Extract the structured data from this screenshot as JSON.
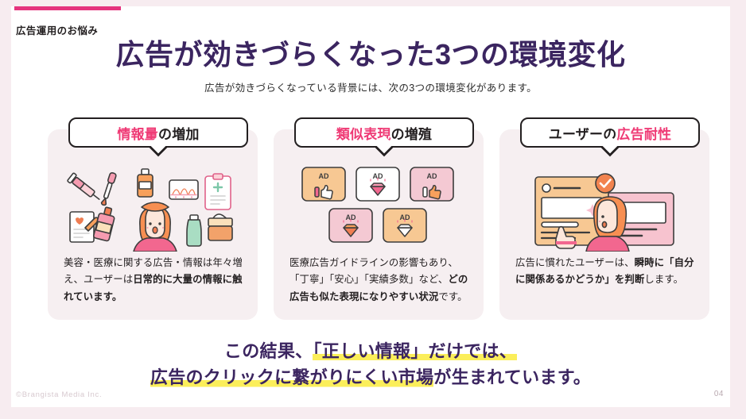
{
  "slide": {
    "eyebrow": "広告運用のお悩み",
    "title": "広告が効きづらくなった3つの環境変化",
    "subtitle": "広告が効きづらくなっている背景には、次の3つの環境変化があります。",
    "page_number": "04",
    "copyright": "©Brangista Media Inc.",
    "accent_color": "#e5337e",
    "title_color": "#3b2560",
    "highlight_color": "#fbee5a",
    "card_bg_color": "#f6eff1"
  },
  "cards": [
    {
      "heading_pink": "情報量",
      "heading_dark": "の増加",
      "heading_pink_first": true,
      "illustration": "woman-surrounded-by-cosmetics-and-medical-items",
      "body_plain_1": "美容・医療に関する広告・情報は年々増え、ユーザーは",
      "body_bold": "日常的に大量の情報に触れています。",
      "body_plain_2": ""
    },
    {
      "heading_pink": "類似表現",
      "heading_dark": "の増殖",
      "heading_pink_first": true,
      "illustration": "five-ad-cards-with-thumbs-up-and-gem-icons",
      "body_plain_1": "医療広告ガイドラインの影響もあり、「丁寧」「安心」「実績多数」など、",
      "body_bold": "どの広告も似た表現になりやすい状況",
      "body_plain_2": "です。"
    },
    {
      "heading_pink": "広告耐性",
      "heading_dark": "ユーザーの",
      "heading_pink_first": false,
      "illustration": "woman-pointing-at-ad-panels-with-check-badge",
      "body_plain_1": "広告に慣れたユーザーは、",
      "body_bold": "瞬時に「自分に関係あるかどうか」を判断",
      "body_plain_2": "します。"
    }
  ],
  "conclusion": {
    "line1_pre": "この結果、",
    "line1_hl": "「正しい情報」",
    "line1_post": "だけでは、",
    "line2_hl": "広告のクリックに繋がりにくい市場",
    "line2_post": "が生まれています。"
  }
}
